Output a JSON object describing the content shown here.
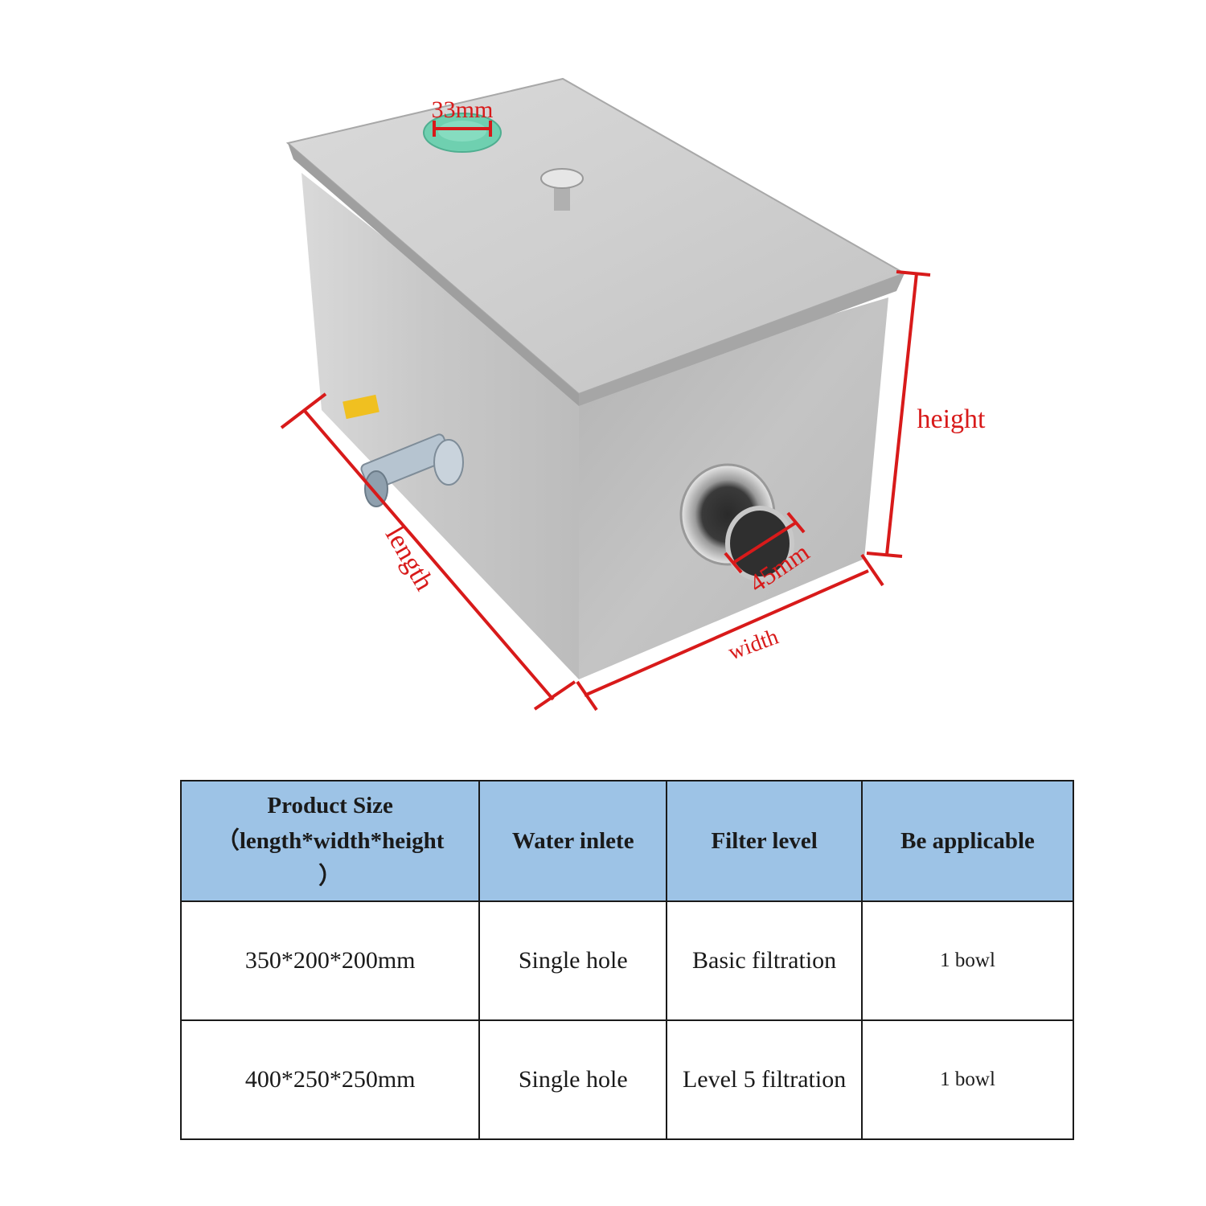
{
  "diagram": {
    "labels": {
      "top_hole": "33mm",
      "outlet": "45mm",
      "height": "height",
      "length": "length",
      "width": "width"
    },
    "accent_color": "#d81a1a"
  },
  "table": {
    "header_fill": "#9dc3e6",
    "headers": [
      {
        "line1": "Product Size",
        "line2": "（length*width*height",
        "line3": "）"
      },
      {
        "line1": "Water inlete"
      },
      {
        "line1": "Filter level"
      },
      {
        "line1": "Be applicable"
      }
    ],
    "rows": [
      [
        "350*200*200mm",
        "Single hole",
        "Basic filtration",
        "1 bowl"
      ],
      [
        "400*250*250mm",
        "Single hole",
        "Level 5 filtration",
        "1 bowl"
      ]
    ]
  }
}
